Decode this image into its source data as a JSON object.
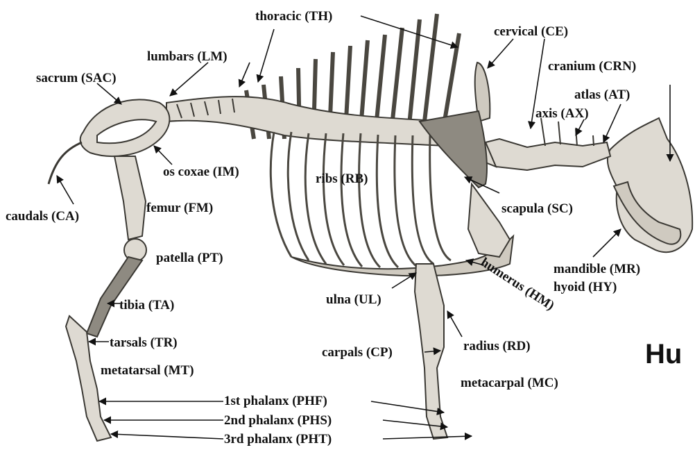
{
  "labels": {
    "thoracic": "thoracic (TH)",
    "cervical": "cervical (CE)",
    "lumbars": "lumbars (LM)",
    "cranium": "cranium (CRN)",
    "sacrum": "sacrum (SAC)",
    "atlas": "atlas (AT)",
    "axis": "axis (AX)",
    "os_coxae": "os coxae (IM)",
    "ribs": "ribs (RB)",
    "caudals": "caudals (CA)",
    "femur": "femur (FM)",
    "scapula": "scapula (SC)",
    "patella": "patella (PT)",
    "mandible": "mandible (MR)",
    "hyoid": "hyoid (HY)",
    "humerus": "humerus (HM)",
    "ulna": "ulna (UL)",
    "tibia": "tibia (TA)",
    "tarsals": "tarsals (TR)",
    "radius": "radius (RD)",
    "carpals": "carpals (CP)",
    "metatarsal": "metatarsal (MT)",
    "metacarpal": "metacarpal (MC)",
    "phalanx1": "1st  phalanx (PHF)",
    "phalanx2": "2nd  phalanx (PHS)",
    "phalanx3": "3rd  phalanx (PHT)"
  },
  "title_fragment": "Hu",
  "colors": {
    "ink": "#111111",
    "bone": "#d9d5cc",
    "bone_shade": "#8a867e",
    "background": "#ffffff"
  }
}
